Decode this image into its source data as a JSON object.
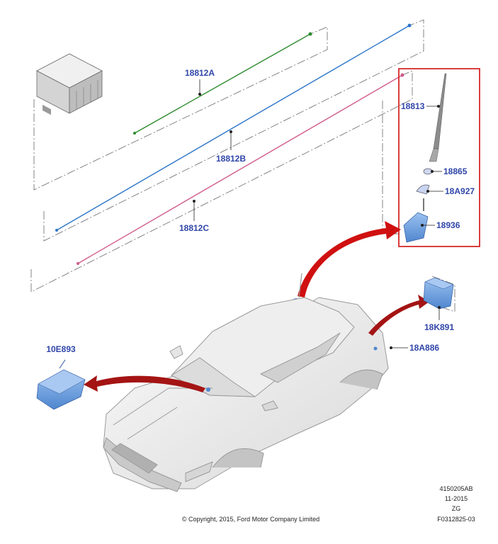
{
  "parts": {
    "p18812A": "18812A",
    "p18812B": "18812B",
    "p18812C": "18812C",
    "p18813": "18813",
    "p18865": "18865",
    "p18A927": "18A927",
    "p18936": "18936",
    "p18K891": "18K891",
    "p18A886": "18A886",
    "p10E893": "10E893"
  },
  "info": {
    "code1": "4150205AB",
    "date": "11-2015",
    "code2": "ZG",
    "code3": "F0312825-03"
  },
  "copyright": "© Copyright, 2015, Ford Motor Company Limited",
  "colors": {
    "cable_a": "#2e8b2e",
    "cable_b": "#2a74c8",
    "cable_c": "#d05a8a",
    "highlight_box": "#d62828",
    "arrow": "#d01010",
    "module": "#7aa7e0",
    "callout_text": "#2f45a8"
  }
}
